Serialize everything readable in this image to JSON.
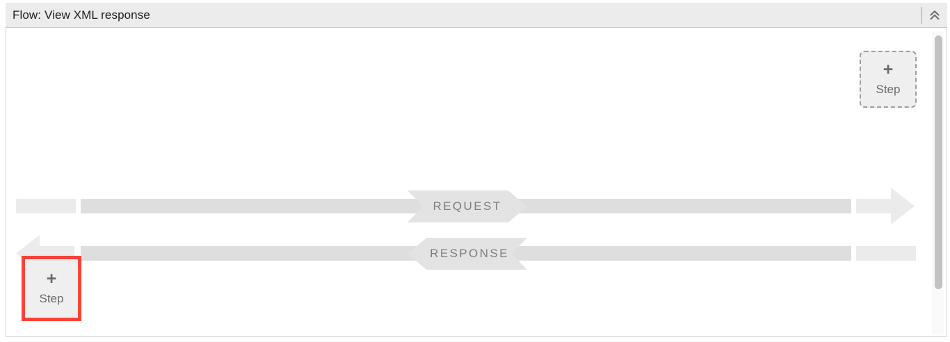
{
  "header": {
    "title": "Flow: View XML response",
    "collapse_icon": "double-chevron-up-icon"
  },
  "flow": {
    "request": {
      "label": "REQUEST",
      "direction": "right",
      "arrow_icon": "arrow-right-icon"
    },
    "response": {
      "label": "RESPONSE",
      "direction": "left",
      "arrow_icon": "arrow-left-icon"
    }
  },
  "add_step_buttons": [
    {
      "id": "top-right",
      "plus": "+",
      "label": "Step",
      "style": "dashed",
      "highlighted": false
    },
    {
      "id": "bottom-left",
      "plus": "+",
      "label": "Step",
      "style": "solid",
      "highlighted": true
    }
  ],
  "colors": {
    "highlight": "#f9423a",
    "band_dark": "#dedede",
    "band_light": "#ebebeb",
    "banner": "#e3e3e3",
    "banner_text": "#7d7d7d",
    "header_bg": "#ececec",
    "step_bg": "#efefef",
    "step_text": "#6b6b6b"
  },
  "scrollbar": {
    "orientation": "vertical",
    "thumb": "scrollbar-thumb"
  }
}
